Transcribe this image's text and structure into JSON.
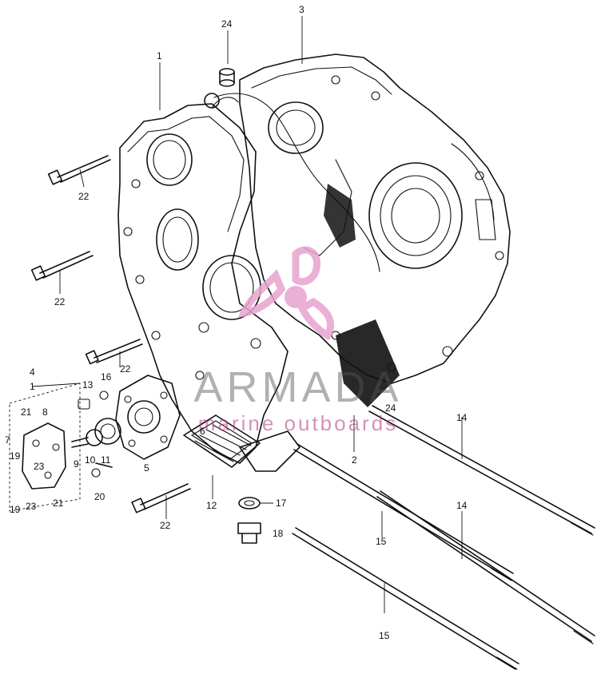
{
  "diagram": {
    "callouts": [
      {
        "id": "c1",
        "text": "1"
      },
      {
        "id": "c2",
        "text": "2"
      },
      {
        "id": "c3",
        "text": "3"
      },
      {
        "id": "c4a",
        "text": "4"
      },
      {
        "id": "c4b",
        "text": "1"
      },
      {
        "id": "c5",
        "text": "5"
      },
      {
        "id": "c6",
        "text": "6"
      },
      {
        "id": "c7",
        "text": "7"
      },
      {
        "id": "c8",
        "text": "8"
      },
      {
        "id": "c9",
        "text": "9"
      },
      {
        "id": "c10",
        "text": "10"
      },
      {
        "id": "c11",
        "text": "11"
      },
      {
        "id": "c12",
        "text": "12"
      },
      {
        "id": "c13",
        "text": "13"
      },
      {
        "id": "c14a",
        "text": "14"
      },
      {
        "id": "c14b",
        "text": "14"
      },
      {
        "id": "c15a",
        "text": "15"
      },
      {
        "id": "c15b",
        "text": "15"
      },
      {
        "id": "c16",
        "text": "16"
      },
      {
        "id": "c17",
        "text": "17"
      },
      {
        "id": "c18",
        "text": "18"
      },
      {
        "id": "c19a",
        "text": "19"
      },
      {
        "id": "c19b",
        "text": "19"
      },
      {
        "id": "c20",
        "text": "20"
      },
      {
        "id": "c21a",
        "text": "21"
      },
      {
        "id": "c21b",
        "text": "21"
      },
      {
        "id": "c22a",
        "text": "22"
      },
      {
        "id": "c22b",
        "text": "22"
      },
      {
        "id": "c22c",
        "text": "22"
      },
      {
        "id": "c22d",
        "text": "22"
      },
      {
        "id": "c23a",
        "text": "23"
      },
      {
        "id": "c23b",
        "text": "23"
      },
      {
        "id": "c24a",
        "text": "24"
      },
      {
        "id": "c24b",
        "text": "24"
      }
    ]
  },
  "watermark": {
    "brand": "ARMADA",
    "tagline": "marine outboards",
    "logo_color": "#e7a3cf",
    "text_color": "#555555"
  },
  "colors": {
    "ink": "#111111",
    "background": "#ffffff"
  }
}
